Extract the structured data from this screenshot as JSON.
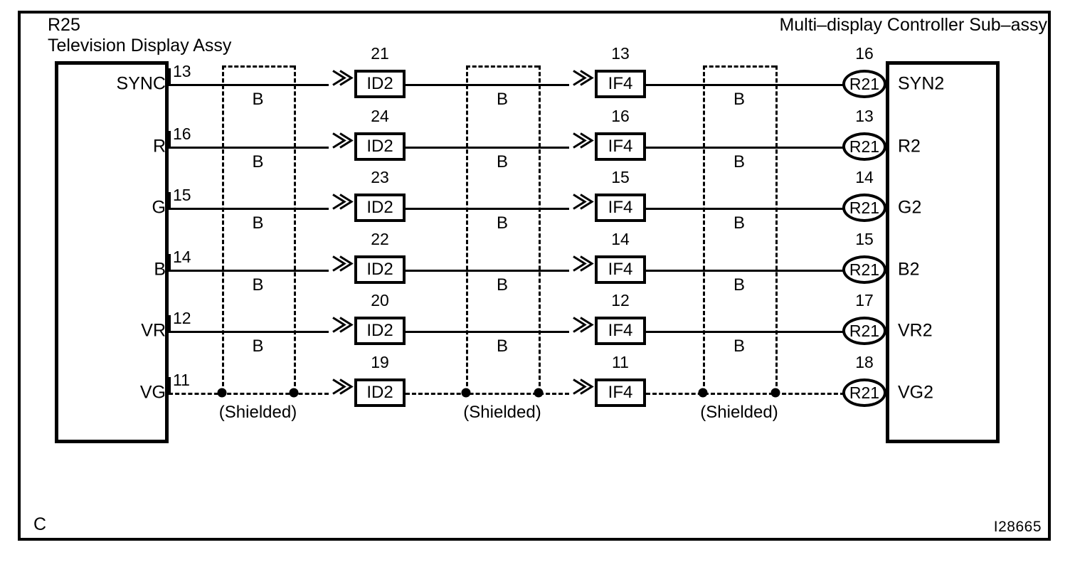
{
  "figure": {
    "reference_code": "I28665",
    "corner_mark": "C",
    "left_header": {
      "code": "R25",
      "name": "Television Display Assy"
    },
    "right_header": {
      "name": "Multi–display Controller Sub–assy"
    }
  },
  "connectors": {
    "inline_1_label": "ID2",
    "inline_2_label": "IF4",
    "terminal_label": "R21"
  },
  "shield": {
    "label": "(Shielded)",
    "wire_color_code": "B",
    "sections": [
      "(Shielded)",
      "(Shielded)",
      "(Shielded)"
    ]
  },
  "rows": [
    {
      "left_name": "SYNC",
      "left_pin": "13",
      "id2_pin": "21",
      "if4_pin": "13",
      "r21_pin": "16",
      "right_name": "SYN2",
      "dashed": false
    },
    {
      "left_name": "R",
      "left_pin": "16",
      "id2_pin": "24",
      "if4_pin": "16",
      "r21_pin": "13",
      "right_name": "R2",
      "dashed": false
    },
    {
      "left_name": "G",
      "left_pin": "15",
      "id2_pin": "23",
      "if4_pin": "15",
      "r21_pin": "14",
      "right_name": "G2",
      "dashed": false
    },
    {
      "left_name": "B",
      "left_pin": "14",
      "id2_pin": "22",
      "if4_pin": "14",
      "r21_pin": "15",
      "right_name": "B2",
      "dashed": false
    },
    {
      "left_name": "VR",
      "left_pin": "12",
      "id2_pin": "20",
      "if4_pin": "12",
      "r21_pin": "17",
      "right_name": "VR2",
      "dashed": false
    },
    {
      "left_name": "VG",
      "left_pin": "11",
      "id2_pin": "19",
      "if4_pin": "11",
      "r21_pin": "18",
      "right_name": "VG2",
      "dashed": true
    }
  ],
  "wire_codes": [
    [
      "B",
      "B",
      "B"
    ],
    [
      "B",
      "B",
      "B"
    ],
    [
      "B",
      "B",
      "B"
    ],
    [
      "B",
      "B",
      "B"
    ],
    [
      "B",
      "B",
      "B"
    ],
    [
      "",
      "",
      ""
    ]
  ]
}
